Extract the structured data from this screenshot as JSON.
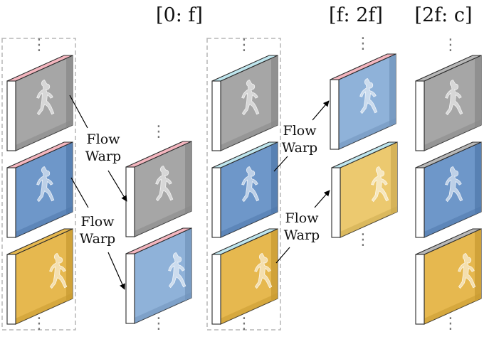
{
  "headers": {
    "slice_0_f": "[0: f]",
    "slice_f_2f": "[f: 2f]",
    "slice_2f_c": "[2f: c]"
  },
  "annotations": {
    "warp_1": [
      "Flow",
      "Warp"
    ],
    "warp_2": [
      "Flow",
      "Warp"
    ],
    "warp_3": [
      "Flow",
      "Warp"
    ],
    "warp_4": [
      "Flow",
      "Warp"
    ]
  },
  "ellipsis": "⋮",
  "colors": {
    "gray_frame": "#a6a6a6",
    "blue_frame": "#6e97c9",
    "gold_frame": "#e6b84f",
    "light_blue_frame": "#8fb2d9",
    "light_gold_frame": "#ecc96f",
    "pink_top": "#f4b6bf",
    "cyan_top": "#bfe6ee",
    "gray_top": "#b8b8b8",
    "dashed_box": "#b5b5b5"
  }
}
